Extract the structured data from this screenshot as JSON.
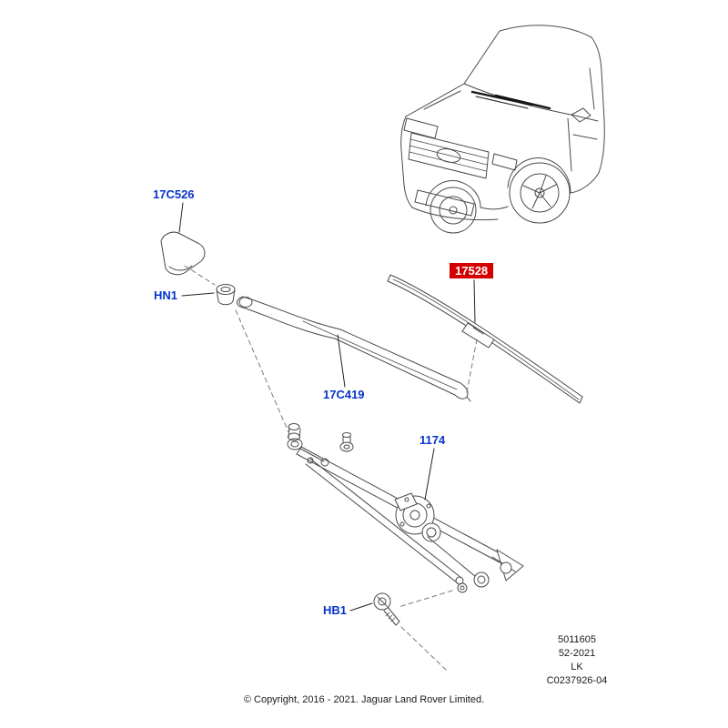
{
  "labels": {
    "cover": "17C526",
    "nut": "HN1",
    "arm": "17C419",
    "blade": "17528",
    "linkage": "1174",
    "bolt": "HB1"
  },
  "ref_block": {
    "line1": "5011605",
    "line2": "52-2021",
    "line3": "LK",
    "line4": "C0237926-04"
  },
  "footer": {
    "copyright": "© Copyright, 2016 - 2021. Jaguar Land Rover Limited."
  },
  "colors": {
    "label_blue": "#0633cc",
    "highlight_red": "#d40000",
    "line_color": "#4a4a4a"
  }
}
